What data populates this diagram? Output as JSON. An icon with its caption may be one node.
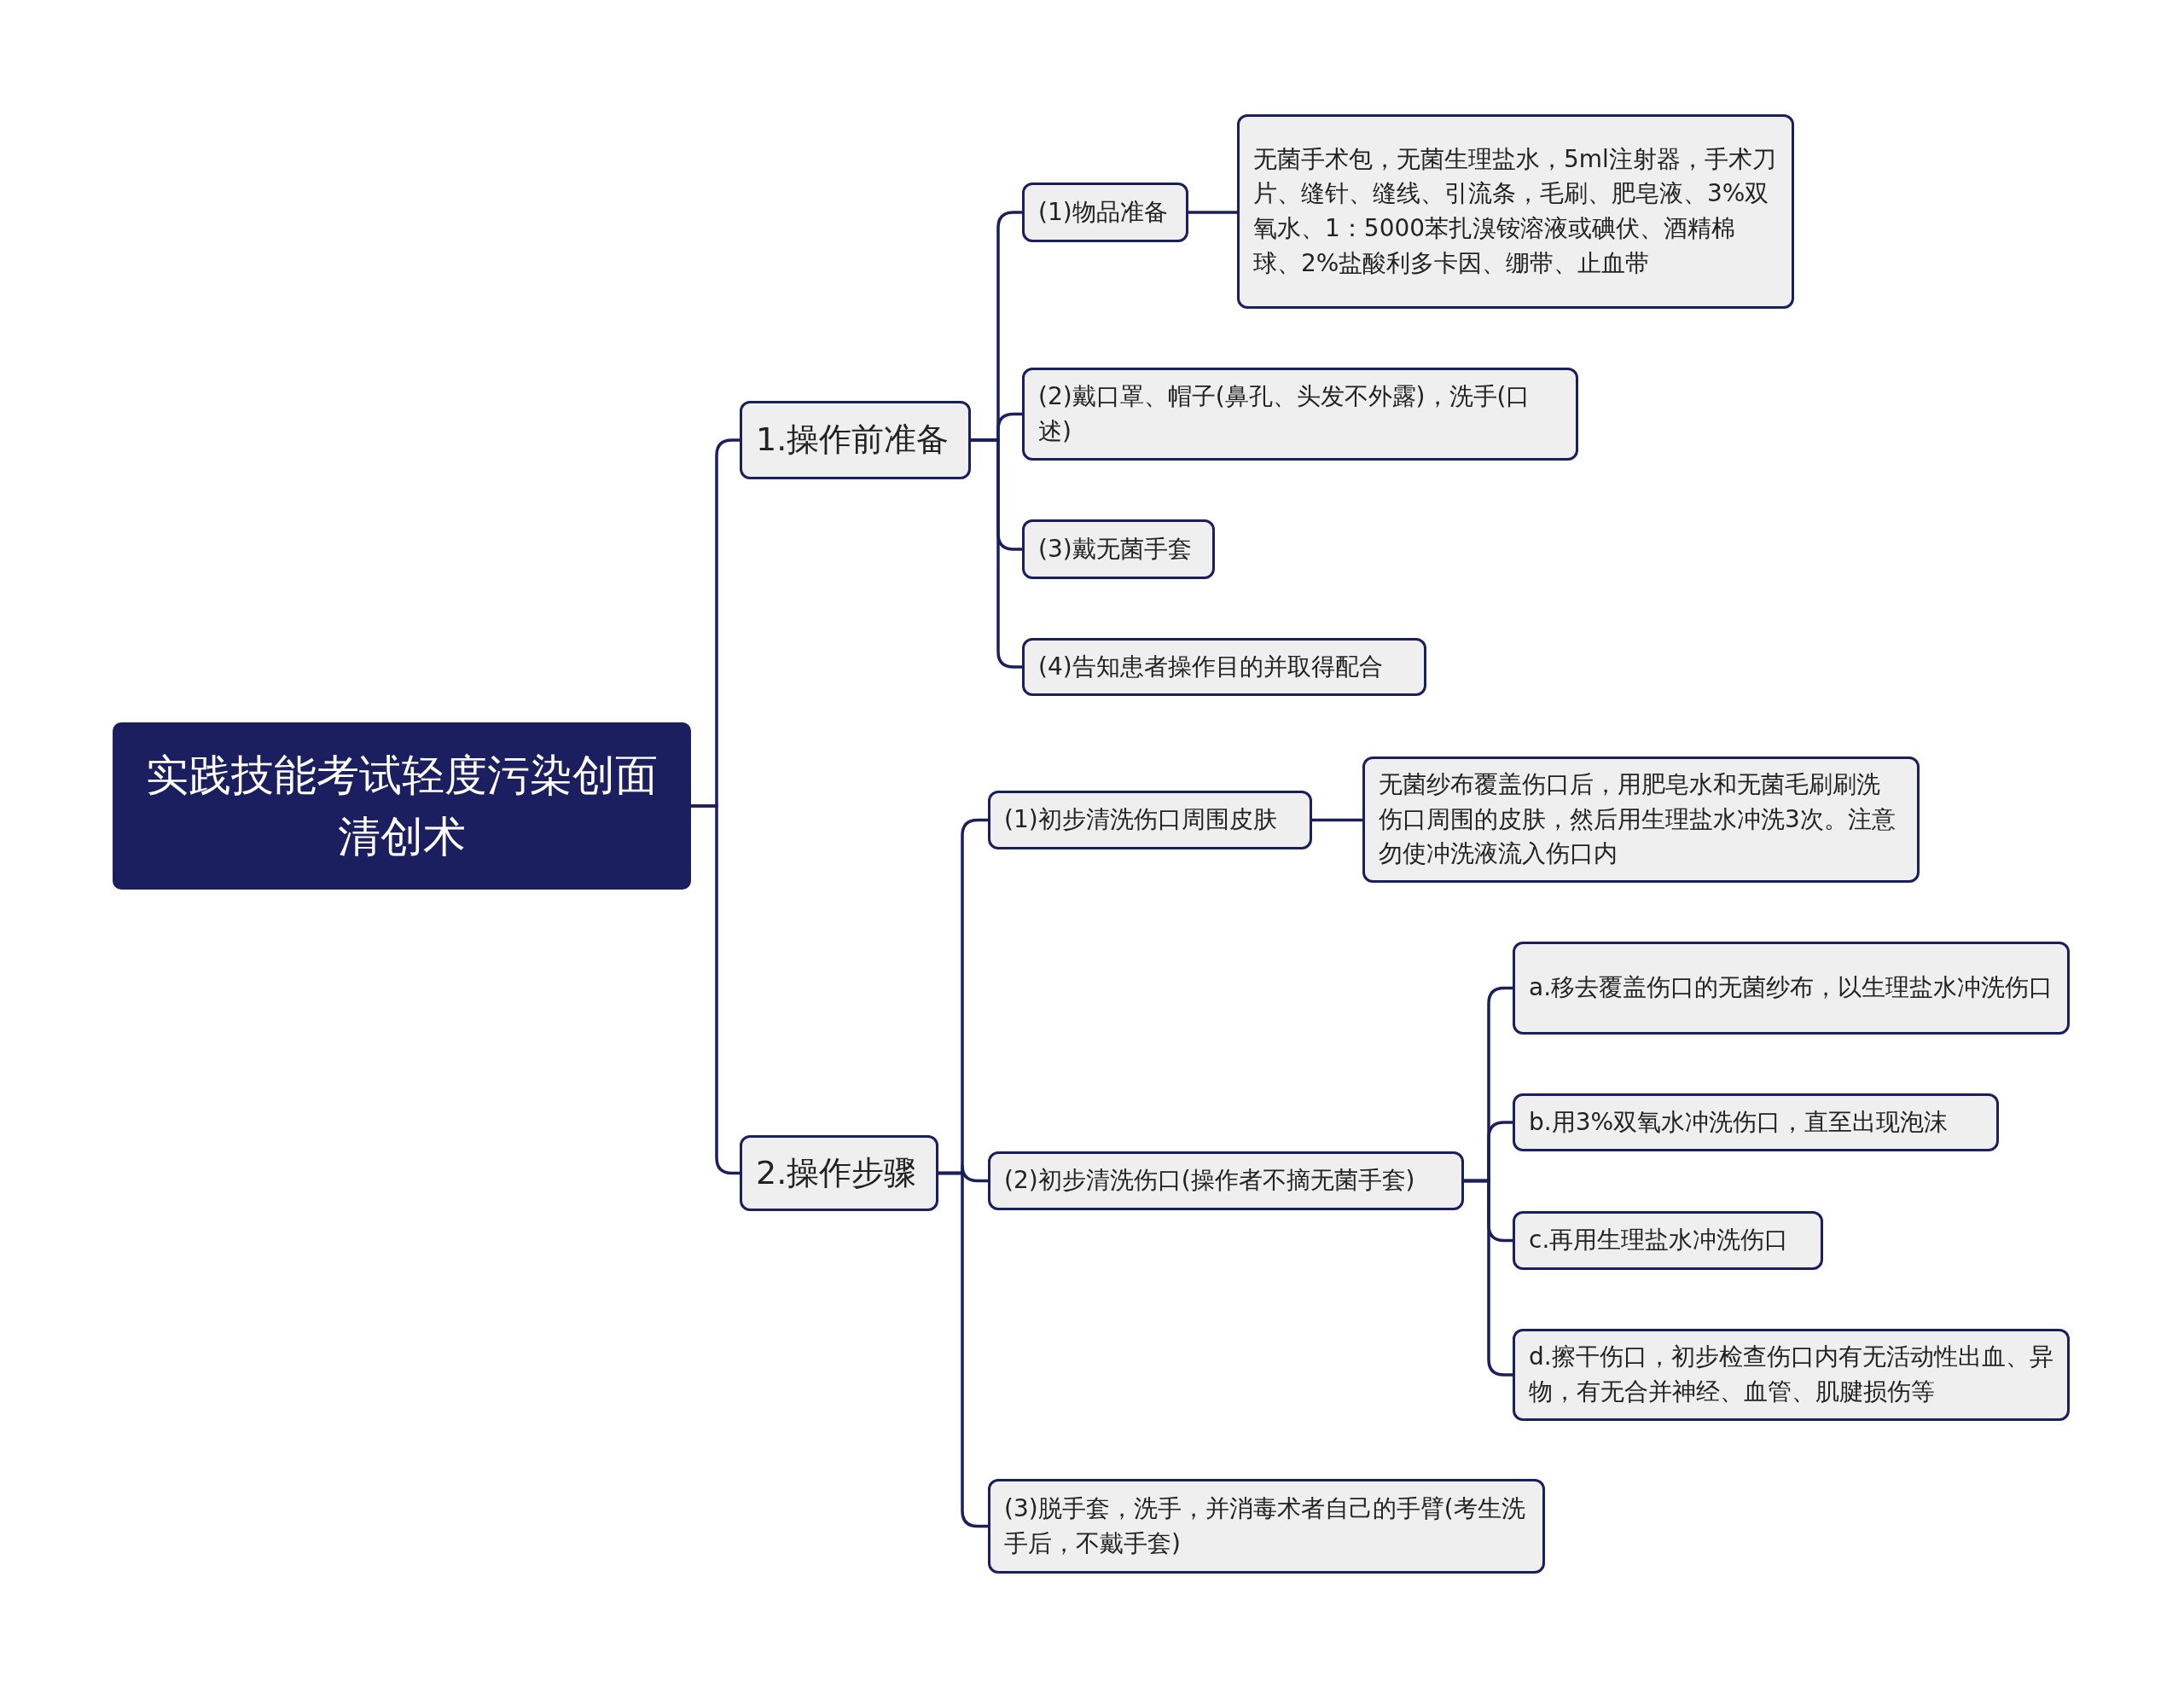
{
  "diagram": {
    "nodes": [
      {
        "text": [
          "实践技能考试轻度污染创面清创术"
        ]
      },
      {
        "text": [
          "1.操作前准备"
        ]
      },
      {
        "text": [
          "(1)物品准备"
        ]
      },
      {
        "text": [
          "无菌手术包，无菌生理盐水，5ml注射器，手术刀片、缝针、缝线、引流条，毛刷、肥皂液、3%双氧水、1：5000苯扎溴铵溶液或碘伏、酒精棉球、2%盐酸利多卡因、绷带、止血带"
        ]
      },
      {
        "text": [
          "(2)戴口罩、帽子(鼻孔、头发不外露)，洗手(口述)"
        ]
      },
      {
        "text": [
          "(3)戴无菌手套"
        ]
      },
      {
        "text": [
          "(4)告知患者操作目的并取得配合"
        ]
      },
      {
        "text": [
          "2.操作步骤"
        ]
      },
      {
        "text": [
          "(1)初步清洗伤口周围皮肤"
        ]
      },
      {
        "text": [
          "无菌纱布覆盖伤口后，用肥皂水和无菌毛刷刷洗伤口周围的皮肤，然后用生理盐水冲洗3次。注意勿使冲洗液流入伤口内"
        ]
      },
      {
        "text": [
          "(2)初步清洗伤口(操作者不摘无菌手套)"
        ]
      },
      {
        "text": [
          "a.移去覆盖伤口的无菌纱布，以生理盐水冲洗伤口"
        ]
      },
      {
        "text": [
          "b.用3%双氧水冲洗伤口，直至出现泡沫"
        ]
      },
      {
        "text": [
          "c.再用生理盐水冲洗伤口"
        ]
      },
      {
        "text": [
          "d.擦干伤口，初步检查伤口内有无活动性出血、异物，有无合并神经、血管、肌腱损伤等"
        ]
      },
      {
        "text": [
          "(3)脱手套，洗手，并消毒术者自己的手臂(考生洗手后，不戴手套)"
        ]
      }
    ],
    "edges": [
      {
        "from": 0,
        "to": 1,
        "arrow": "none"
      },
      {
        "from": 0,
        "to": 7,
        "arrow": "none"
      },
      {
        "from": 1,
        "to": 2,
        "arrow": "none"
      },
      {
        "from": 1,
        "to": 4,
        "arrow": "none"
      },
      {
        "from": 1,
        "to": 5,
        "arrow": "none"
      },
      {
        "from": 1,
        "to": 6,
        "arrow": "none"
      },
      {
        "from": 2,
        "to": 3,
        "arrow": "none"
      },
      {
        "from": 7,
        "to": 8,
        "arrow": "none"
      },
      {
        "from": 7,
        "to": 10,
        "arrow": "none"
      },
      {
        "from": 7,
        "to": 15,
        "arrow": "none"
      },
      {
        "from": 8,
        "to": 9,
        "arrow": "none"
      },
      {
        "from": 10,
        "to": 11,
        "arrow": "none"
      },
      {
        "from": 10,
        "to": 12,
        "arrow": "none"
      },
      {
        "from": 10,
        "to": 13,
        "arrow": "none"
      },
      {
        "from": 10,
        "to": 14,
        "arrow": "none"
      }
    ]
  }
}
